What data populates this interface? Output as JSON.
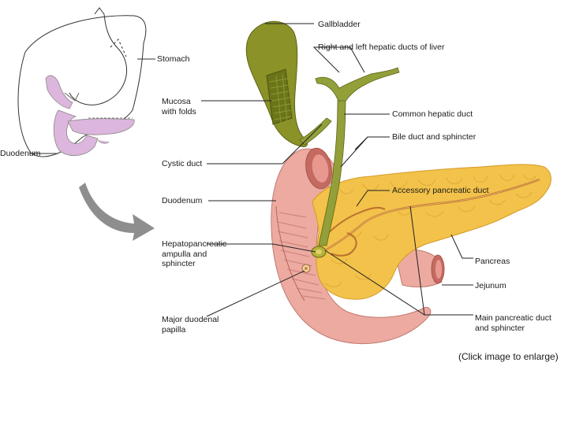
{
  "overview": {
    "labels": {
      "stomach": "Stomach",
      "duodenum": "Duodenum"
    }
  },
  "detail": {
    "labels": {
      "gallbladder": "Gallbladder",
      "hepatic_ducts": "Right and left hepatic ducts of liver",
      "mucosa": "Mucosa\nwith folds",
      "common_hepatic_duct": "Common hepatic duct",
      "bile_duct": "Bile duct and sphincter",
      "cystic_duct": "Cystic duct",
      "accessory_pancreatic_duct": "Accessory pancreatic duct",
      "duodenum": "Duodenum",
      "hepatopancreatic": "Hepatopancreatic\nampulla and\nsphincter",
      "pancreas": "Pancreas",
      "jejunum": "Jejunum",
      "main_pancreatic_duct": "Main pancreatic duct\nand sphincter",
      "major_duodenal_papilla": "Major duodenal\npapilla"
    }
  },
  "caption": "(Click image to enlarge)",
  "colors": {
    "gallbladder": "#8a9228",
    "duct": "#93a03a",
    "pancreas": "#f2c24a",
    "duodenum": "#ecaaa0",
    "overview_organ": "#dcb6dc",
    "arrow": "#8e8e8e"
  }
}
